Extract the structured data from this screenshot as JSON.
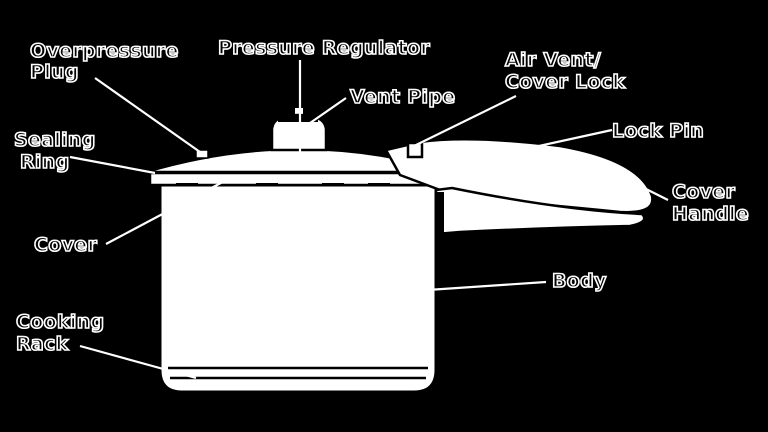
{
  "diagram": {
    "labels": {
      "overpressure_plug": [
        "Overpressure",
        "Plug"
      ],
      "pressure_regulator": "Pressure Regulator",
      "vent_pipe": "Vent Pipe",
      "air_vent_cover_lock": [
        "Air Vent/",
        "Cover Lock"
      ],
      "lock_pin": "Lock Pin",
      "sealing_ring": [
        "Sealing",
        "Ring"
      ],
      "cover_handle": [
        "Cover",
        "Handle"
      ],
      "cover": "Cover",
      "body": "Body",
      "cooking_rack": [
        "Cooking",
        "Rack"
      ]
    },
    "colors": {
      "background": "#000000",
      "drawing": "#ffffff"
    }
  }
}
